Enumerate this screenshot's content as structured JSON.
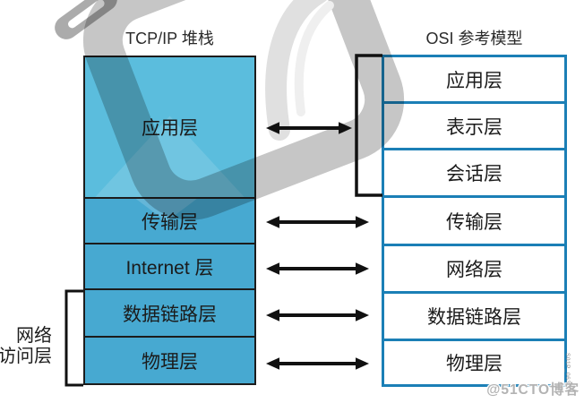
{
  "tcpip": {
    "title": "TCP/IP 堆栈",
    "layers": [
      "应用层",
      "传输层",
      "Internet 层",
      "数据链路层",
      "物理层"
    ]
  },
  "osi": {
    "title": "OSI 参考模型",
    "layers": [
      "应用层",
      "表示层",
      "会话层",
      "传输层",
      "网络层",
      "数据链路层",
      "物理层"
    ]
  },
  "left_bracket": {
    "label": "网络访问层",
    "label_line1": "网络",
    "label_line2": "访问层"
  },
  "watermark": {
    "text": "@51CTO博客",
    "figure_id": "S01P_063"
  },
  "colors": {
    "tcpip_app_fill": "#5bbddd",
    "tcpip_fill": "#47a9d1",
    "tcpip_border": "#1c1c1c",
    "osi_border": "#1b7fb6",
    "arrow": "#111111",
    "watermark_gray": "#c6c6c6"
  }
}
